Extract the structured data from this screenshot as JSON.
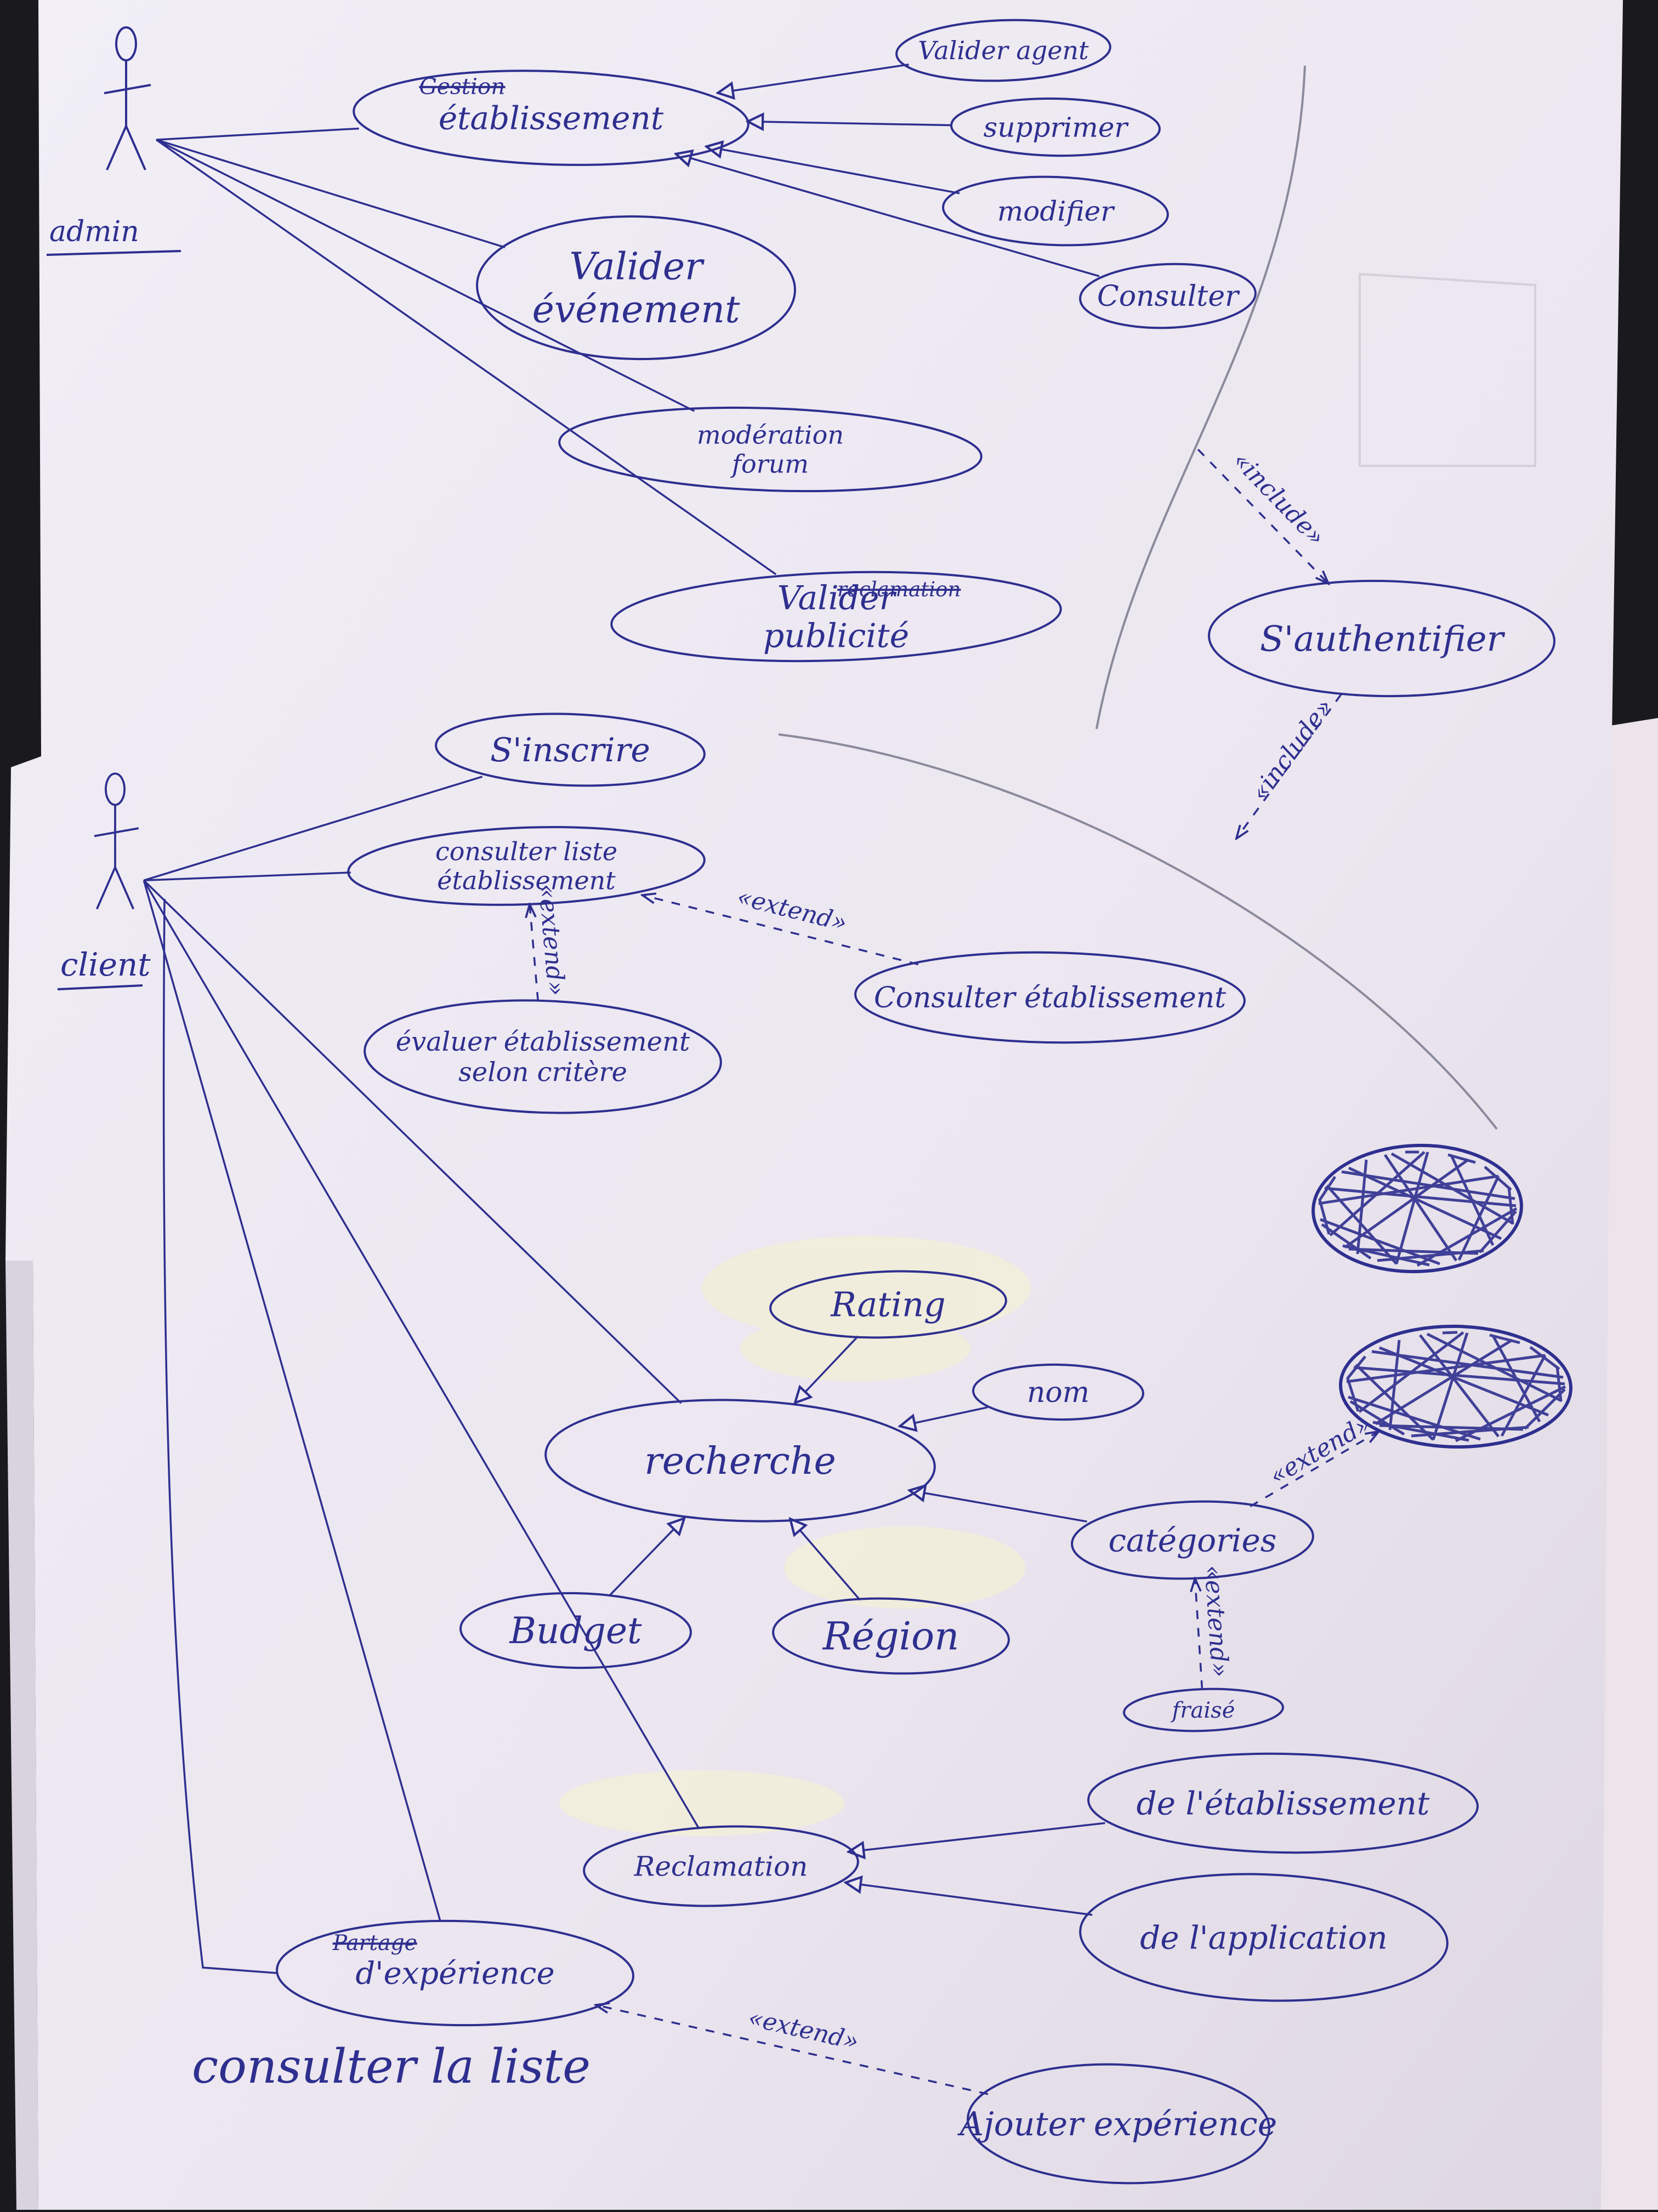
{
  "colors": {
    "ink": "#2e2f8f",
    "pencil": "#8a8a9c",
    "paper": "#eeeaf3",
    "paper_shadow": "#d9d3e0",
    "right_sheet": "#ece4ea",
    "background": "#1a1a1e",
    "correction_fluid": "#f2efd9"
  },
  "actors": [
    {
      "id": "admin",
      "label": "admin"
    },
    {
      "id": "client",
      "label": "client"
    }
  ],
  "use_cases": [
    {
      "id": "gestion_etab",
      "label": "Gestion établissement",
      "crossed_prefix": "Gestion",
      "lines": [
        "établissement"
      ]
    },
    {
      "id": "valider_agent",
      "label": "Valider agent",
      "lines": [
        "Valider agent"
      ]
    },
    {
      "id": "supprimer",
      "label": "supprimer",
      "lines": [
        "supprimer"
      ]
    },
    {
      "id": "modifier",
      "label": "modifier",
      "lines": [
        "modifier"
      ]
    },
    {
      "id": "consulter",
      "label": "Consulter",
      "lines": [
        "Consulter"
      ]
    },
    {
      "id": "valider_evenement",
      "label": "Valider événement",
      "lines": [
        "Valider",
        "événement"
      ]
    },
    {
      "id": "moderation_forum",
      "label": "modération forum",
      "lines": [
        "modération",
        "forum"
      ]
    },
    {
      "id": "valider_publicite",
      "label": "Valider publicité",
      "crossed": "reclamation",
      "lines": [
        "Valider",
        "publicité"
      ]
    },
    {
      "id": "authentifier",
      "label": "S'authentifier",
      "lines": [
        "S'authentifier"
      ]
    },
    {
      "id": "inscrire",
      "label": "S'inscrire",
      "lines": [
        "S'inscrire"
      ]
    },
    {
      "id": "consulter_liste_etab",
      "label": "consulter liste établissement",
      "lines": [
        "consulter liste",
        "établissement"
      ]
    },
    {
      "id": "consulter_etab",
      "label": "Consulter établissement",
      "lines": [
        "Consulter établissement"
      ]
    },
    {
      "id": "evaluer_etab",
      "label": "évaluer établissement selon critère",
      "lines": [
        "évaluer établissement",
        "selon critère"
      ]
    },
    {
      "id": "rating",
      "label": "Rating",
      "lines": [
        "Rating"
      ]
    },
    {
      "id": "nom",
      "label": "nom",
      "lines": [
        "nom"
      ]
    },
    {
      "id": "recherche",
      "label": "recherche",
      "lines": [
        "recherche"
      ]
    },
    {
      "id": "categories",
      "label": "catégories",
      "lines": [
        "catégories"
      ]
    },
    {
      "id": "budget",
      "label": "Budget",
      "lines": [
        "Budget"
      ]
    },
    {
      "id": "region",
      "label": "Région",
      "lines": [
        "Région"
      ]
    },
    {
      "id": "fraise",
      "label": "fraisé",
      "lines": [
        "fraisé"
      ]
    },
    {
      "id": "reclamation_etab",
      "label": "de l'établissement",
      "lines": [
        "de l'établissement"
      ]
    },
    {
      "id": "reclamation_app",
      "label": "de l'application",
      "lines": [
        "de l'application"
      ]
    },
    {
      "id": "reclamation",
      "label": "Reclamation",
      "lines": [
        "Reclamation"
      ]
    },
    {
      "id": "partage_experience",
      "label": "Partage d'expérience",
      "crossed_prefix": "Partage",
      "lines": [
        "d'expérience"
      ]
    },
    {
      "id": "ajouter_experience",
      "label": "Ajouter expérience",
      "lines": [
        "Ajouter expérience"
      ]
    },
    {
      "id": "scribble_1",
      "label": "",
      "lines": []
    },
    {
      "id": "scribble_2",
      "label": "",
      "lines": []
    }
  ],
  "notes": {
    "consulter_la_liste": "consulter la liste"
  },
  "relations": [
    {
      "from": "admin",
      "to": "gestion_etab",
      "type": "association"
    },
    {
      "from": "admin",
      "to": "valider_evenement",
      "type": "association"
    },
    {
      "from": "admin",
      "to": "moderation_forum",
      "type": "association"
    },
    {
      "from": "admin",
      "to": "valider_publicite",
      "type": "association"
    },
    {
      "from": "valider_agent",
      "to": "gestion_etab",
      "type": "generalization"
    },
    {
      "from": "supprimer",
      "to": "gestion_etab",
      "type": "generalization"
    },
    {
      "from": "modifier",
      "to": "gestion_etab",
      "type": "generalization"
    },
    {
      "from": "consulter",
      "to": "gestion_etab",
      "type": "generalization"
    },
    {
      "from": "admin_boundary",
      "to": "authentifier",
      "type": "include",
      "label": "«include»"
    },
    {
      "from": "authentifier",
      "to": "client_boundary",
      "type": "include",
      "label": "«include»"
    },
    {
      "from": "client",
      "to": "inscrire",
      "type": "association"
    },
    {
      "from": "client",
      "to": "consulter_liste_etab",
      "type": "association"
    },
    {
      "from": "client",
      "to": "recherche",
      "type": "association"
    },
    {
      "from": "client",
      "to": "reclamation",
      "type": "association"
    },
    {
      "from": "client",
      "to": "partage_experience",
      "type": "association"
    },
    {
      "from": "consulter_etab",
      "to": "consulter_liste_etab",
      "type": "extend",
      "label": "«extend»"
    },
    {
      "from": "evaluer_etab",
      "to": "consulter_liste_etab",
      "type": "extend",
      "label": "«extend»"
    },
    {
      "from": "rating",
      "to": "recherche",
      "type": "generalization"
    },
    {
      "from": "nom",
      "to": "recherche",
      "type": "generalization"
    },
    {
      "from": "categories",
      "to": "recherche",
      "type": "generalization"
    },
    {
      "from": "budget",
      "to": "recherche",
      "type": "generalization"
    },
    {
      "from": "region",
      "to": "recherche",
      "type": "generalization"
    },
    {
      "from": "categories",
      "to": "scribble_2",
      "type": "extend",
      "label": "«extend»"
    },
    {
      "from": "fraise",
      "to": "categories",
      "type": "extend",
      "label": "«extend»"
    },
    {
      "from": "reclamation_etab",
      "to": "reclamation",
      "type": "generalization"
    },
    {
      "from": "reclamation_app",
      "to": "reclamation",
      "type": "generalization"
    },
    {
      "from": "ajouter_experience",
      "to": "partage_experience",
      "type": "extend",
      "label": "«extend»"
    }
  ]
}
